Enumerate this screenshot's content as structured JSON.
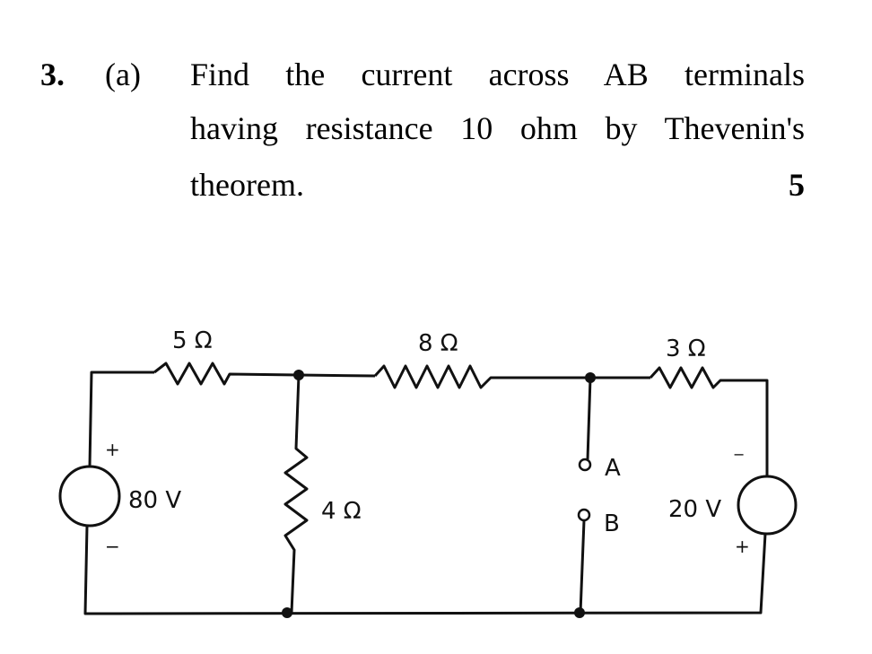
{
  "question": {
    "number": "3.",
    "part": "(a)",
    "lines": [
      "Find the current across AB terminals",
      "having resistance 10 ohm by Thevenin's",
      "theorem."
    ],
    "marks": "5"
  },
  "circuit": {
    "r1": "5 Ω",
    "r2": "8 Ω",
    "r3": "3 Ω",
    "r4": "4 Ω",
    "source_left": "80 V",
    "source_right": "20 V",
    "terminal_a": "A",
    "terminal_b": "B",
    "plus": "+",
    "minus": "−"
  }
}
